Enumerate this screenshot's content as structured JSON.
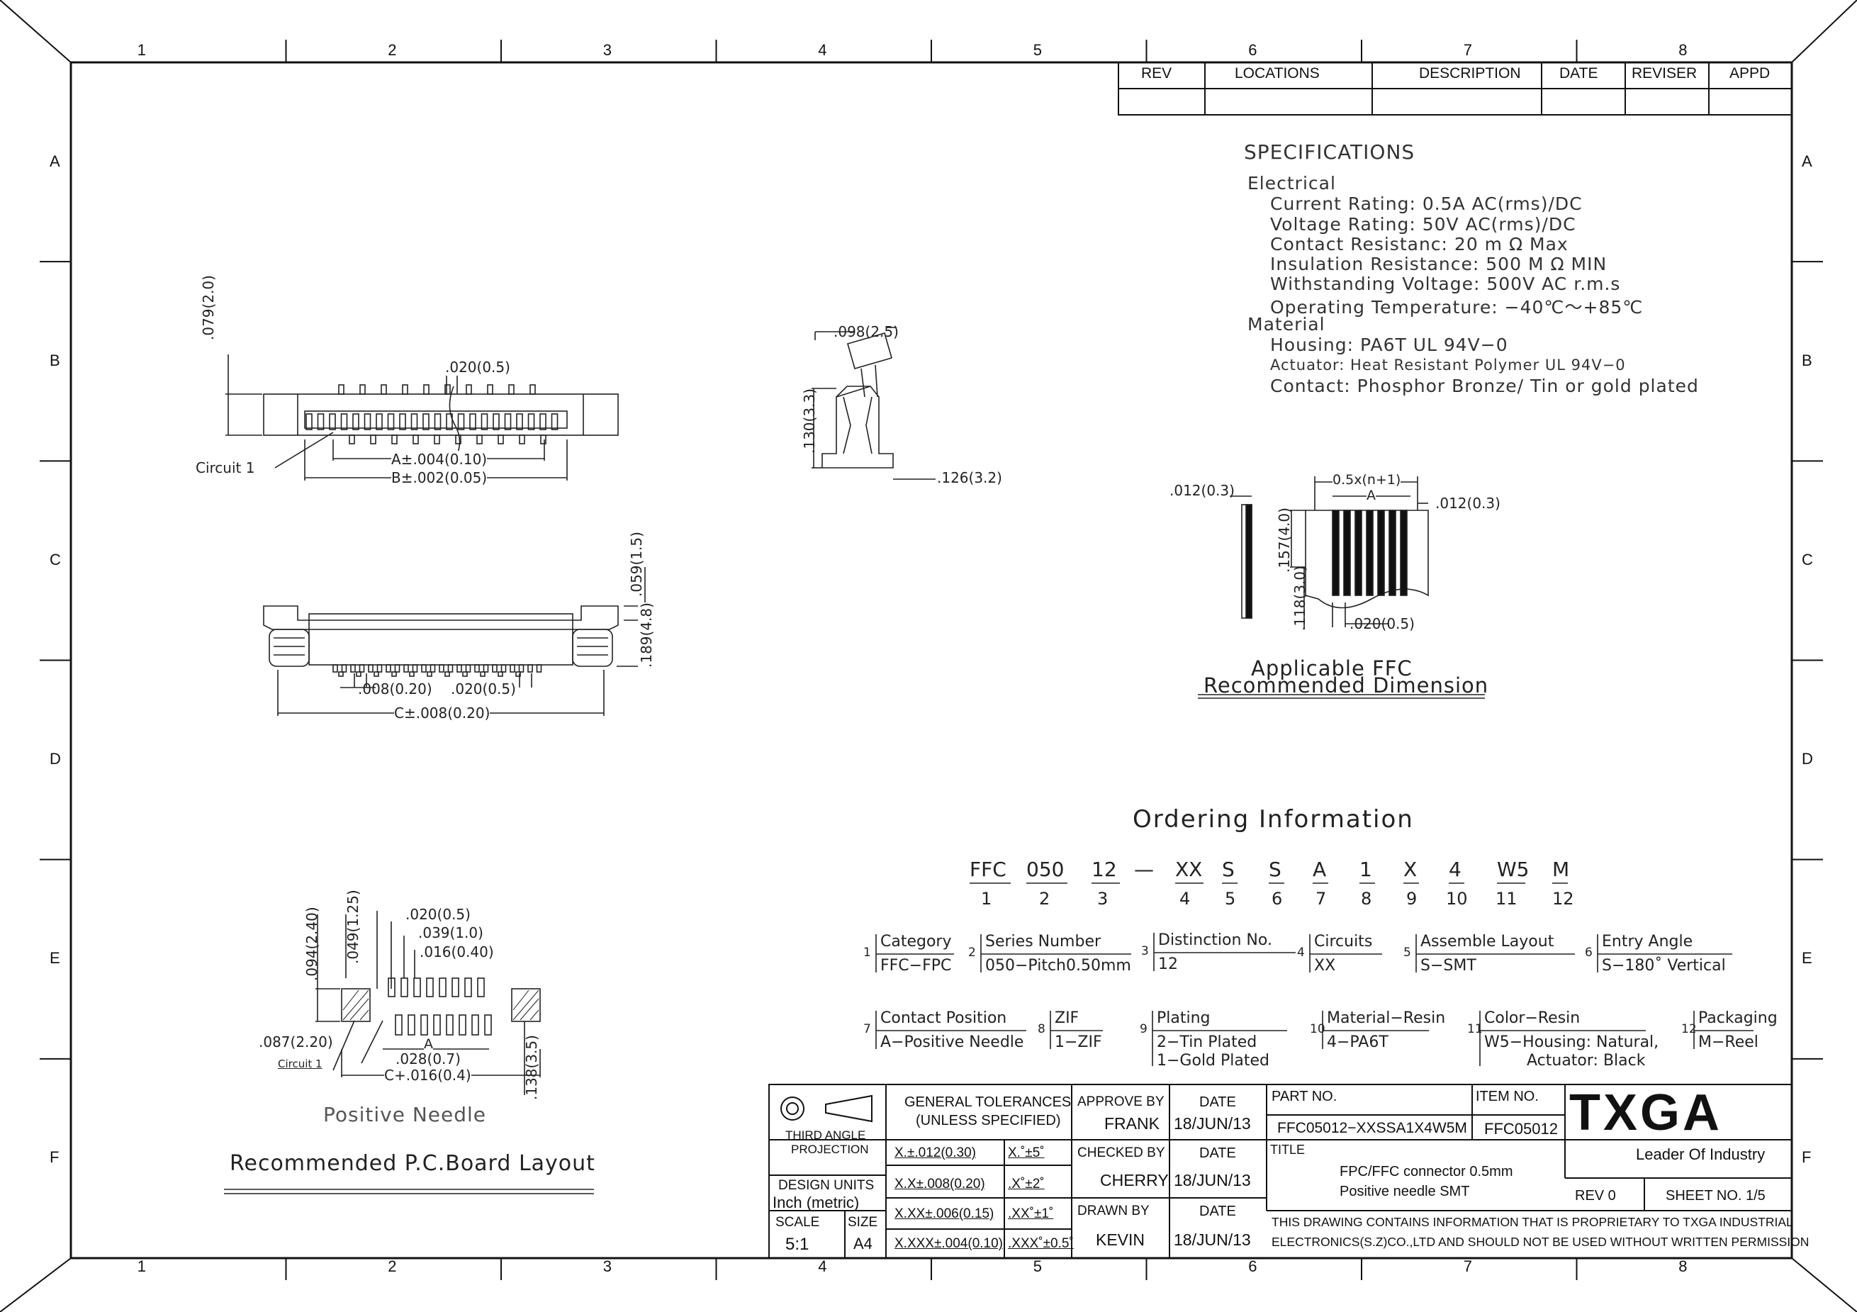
{
  "border": {
    "columns": [
      "1",
      "2",
      "3",
      "4",
      "5",
      "6",
      "7",
      "8"
    ],
    "rows": [
      "A",
      "B",
      "C",
      "D",
      "E",
      "F"
    ]
  },
  "revision_table": {
    "headers": [
      "REV",
      "LOCATIONS",
      "DESCRIPTION",
      "DATE",
      "REVISER",
      "APPD"
    ]
  },
  "specifications": {
    "title": "SPECIFICATIONS",
    "electrical_heading": "Electrical",
    "electrical": [
      "Current  Rating: 0.5A  AC(rms)/DC",
      "Voltage  Rating: 50V  AC(rms)/DC",
      "Contact  Resistanc: 20  m Ω  Max",
      "Insulation  Resistance: 500  M Ω  MIN",
      "Withstanding  Voltage: 500V  AC  r.m.s",
      "Operating  Temperature: −40℃〜+85℃"
    ],
    "material_heading": "Material",
    "material": [
      "Housing:  PA6T  UL  94V−0",
      "Actuator:  Heat  Resistant  Polymer  UL  94V−0",
      "Contact: Phosphor  Bronze/  Tin  or  gold  plated"
    ]
  },
  "drawing_labels": {
    "top_height": ".079(2.0)",
    "top_pitch": ".020(0.5)",
    "top_a": "A±.004(0.10)",
    "top_b": "B±.002(0.05)",
    "circuit1": "Circuit  1",
    "side_098": ".098(2.5)",
    "side_130": ".130(3.3)",
    "side_126": ".126(3.2)",
    "front_059": ".059(1.5)",
    "front_189": ".189(4.8)",
    "front_008": ".008(0.20)",
    "front_020": ".020(0.5)",
    "front_c": "C±.008(0.20)",
    "ffc_012a": ".012(0.3)",
    "ffc_05n": "0.5x(n+1)",
    "ffc_a": "A",
    "ffc_012b": ".012(0.3)",
    "ffc_157": ".157(4.0)",
    "ffc_118": ".118(3.0)",
    "ffc_020": ".020(0.5)",
    "ffc_title1": "Applicable  FFC",
    "ffc_title2": "Recommended  Dimension",
    "pcb_020": ".020(0.5)",
    "pcb_039": ".039(1.0)",
    "pcb_016": ".016(0.40)",
    "pcb_094": ".094(2.40)",
    "pcb_049": ".049(1.25)",
    "pcb_087": ".087(2.20)",
    "pcb_a": "A",
    "pcb_028": ".028(0.7)",
    "pcb_c": "C+.016(0.4)",
    "pcb_138": ".138(3.5)",
    "pcb_circuit1": "Circuit 1",
    "positive_needle": "Positive  Needle",
    "pcb_title": "Recommended  P.C.Board  Layout"
  },
  "ordering": {
    "title": "Ordering  Information",
    "codes": [
      "FFC",
      "050",
      "12",
      "—",
      "XX",
      "S",
      "S",
      "A",
      "1",
      "X",
      "4",
      "W5",
      "M"
    ],
    "indices": [
      "1",
      "2",
      "3",
      "4",
      "5",
      "6",
      "7",
      "8",
      "9",
      "10",
      "11",
      "12"
    ],
    "fields": [
      {
        "num": "1",
        "name": "Category",
        "value": "FFC−FPC"
      },
      {
        "num": "2",
        "name": "Series  Number",
        "value": "050−Pitch0.50mm"
      },
      {
        "num": "3",
        "name": "Distinction  No.",
        "value": "12"
      },
      {
        "num": "4",
        "name": "Circuits",
        "value": "XX"
      },
      {
        "num": "5",
        "name": "Assemble  Layout",
        "value": "S−SMT"
      },
      {
        "num": "6",
        "name": "Entry  Angle",
        "value": "S−180˚  Vertical"
      },
      {
        "num": "7",
        "name": "Contact  Position",
        "value": "A−Positive  Needle"
      },
      {
        "num": "8",
        "name": "ZIF",
        "value": "1−ZIF"
      },
      {
        "num": "9",
        "name": "Plating",
        "value": "2−Tin  Plated",
        "value2": "1−Gold  Plated"
      },
      {
        "num": "10",
        "name": "Material−Resin",
        "value": "4−PA6T"
      },
      {
        "num": "11",
        "name": "Color−Resin",
        "value": "W5−Housing: Natural,",
        "value2": "Actuator: Black"
      },
      {
        "num": "12",
        "name": "Packaging",
        "value": "M−Reel"
      }
    ]
  },
  "title_block": {
    "projection": "THIRD ANGLE\nPROJECTION",
    "projection_l1": "THIRD ANGLE",
    "projection_l2": "PROJECTION",
    "design_units_l1": "DESIGN UNITS",
    "design_units_l2": "Inch  (metric)",
    "scale_label": "SCALE",
    "scale_value": "5:1",
    "size_label": "SIZE",
    "size_value": "A4",
    "tol_title_l1": "GENERAL TOLERANCES",
    "tol_title_l2": "(UNLESS SPECIFIED)",
    "tolerances": [
      {
        "lin": "X.±.012(0.30)",
        "ang": "X.˚±5˚"
      },
      {
        "lin": "X.X±.008(0.20)",
        "ang": ".X˚±2˚"
      },
      {
        "lin": "X.XX±.006(0.15)",
        "ang": ".XX˚±1˚"
      },
      {
        "lin": "X.XXX±.004(0.10)",
        "ang": ".XXX˚±0.5˚"
      }
    ],
    "approve_label": "APPROVE BY",
    "approve_name": "FRANK",
    "checked_label": "CHECKED BY",
    "checked_name": "CHERRY",
    "drawn_label": "DRAWN BY",
    "drawn_name": "KEVIN",
    "date_label": "DATE",
    "date_value": "18/JUN/13",
    "part_no_label": "PART NO.",
    "part_no": "FFC05012−XXSSA1X4W5M",
    "item_no_label": "ITEM NO.",
    "item_no": "FFC05012",
    "title_label": "TITLE",
    "title_l1": "FPC/FFC  connector  0.5mm",
    "title_l2": "Positive  needle   SMT",
    "logo": "TXGA",
    "slogan": "Leader  Of  Industry",
    "rev": "REV  0",
    "sheet": "SHEET  NO.  1/5",
    "notice_l1": "THIS DRAWING CONTAINS INFORMATION THAT IS PROPRIETARY TO TXGA INDUSTRIAL",
    "notice_l2": "ELECTRONICS(S.Z)CO.,LTD AND SHOULD NOT BE USED WITHOUT WRITTEN PERMISSION"
  }
}
